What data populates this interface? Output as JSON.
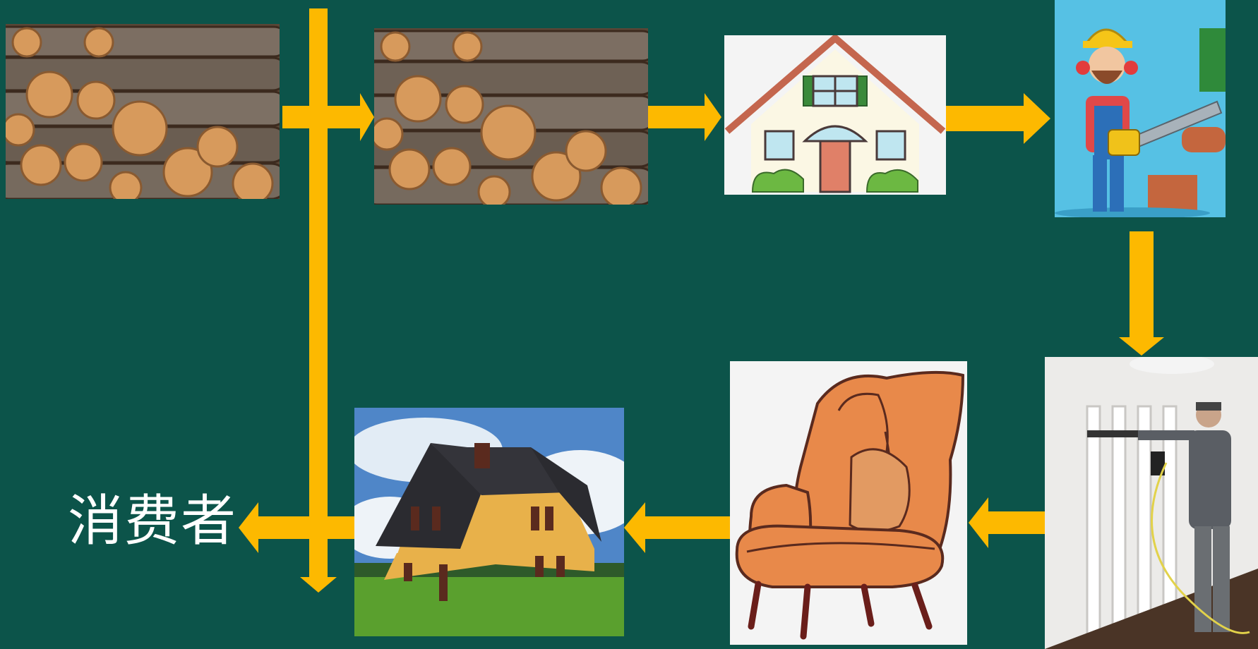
{
  "consumer_label": "消费者",
  "colors": {
    "background": "#0c544a",
    "arrow": "#fdb900",
    "label": "#ffffff"
  },
  "images": [
    "log-pile-image",
    "log-pile-image",
    "cartoon-house-image",
    "lumberjack-image",
    "carpenter-working-image",
    "armchair-image",
    "finished-house-image"
  ]
}
